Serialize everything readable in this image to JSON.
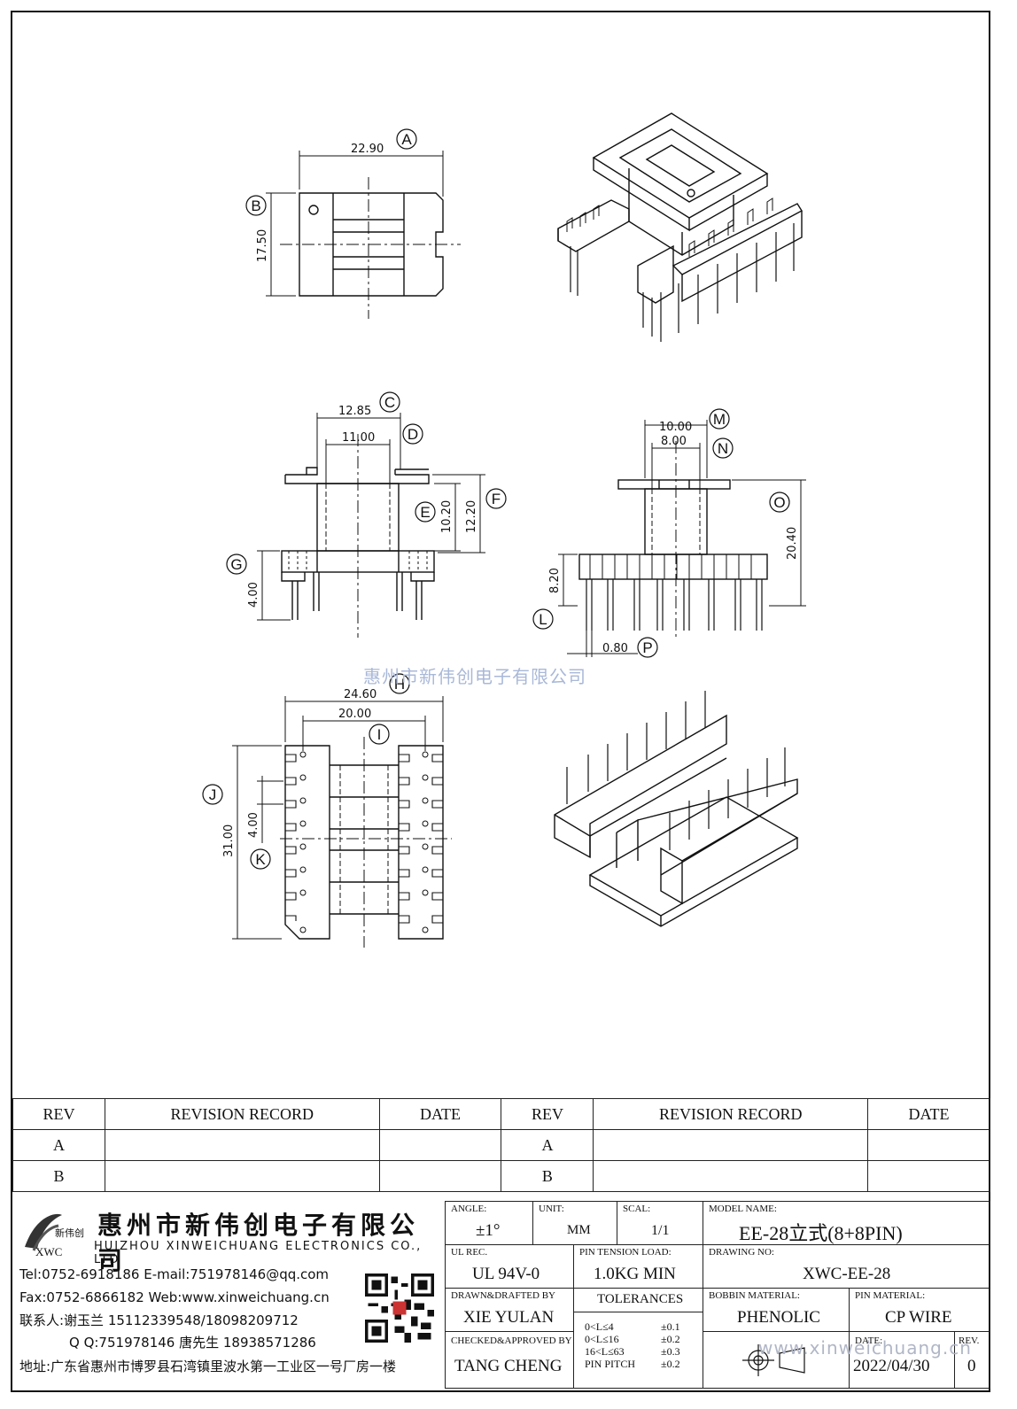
{
  "dimensions": {
    "d_2290": "22.90",
    "d_1750": "17.50",
    "d_1285": "12.85",
    "d_1100": "11.00",
    "d_1020": "10.20",
    "d_1220": "12.20",
    "d_400a": "4.00",
    "d_1000": "10.00",
    "d_800": "8.00",
    "d_2040": "20.40",
    "d_820": "8.20",
    "d_080": "0.80",
    "d_2460": "24.60",
    "d_2000": "20.00",
    "d_3100": "31.00",
    "d_400b": "4.00"
  },
  "labels": {
    "A": "A",
    "B": "B",
    "C": "C",
    "D": "D",
    "E": "E",
    "F": "F",
    "G": "G",
    "H": "H",
    "I": "I",
    "J": "J",
    "K": "K",
    "L": "L",
    "M": "M",
    "N": "N",
    "O": "O",
    "P": "P"
  },
  "watermark": "惠州市新伟创电子有限公司",
  "revision_table": {
    "headers": [
      "REV",
      "REVISION RECORD",
      "DATE",
      "REV",
      "REVISION RECORD",
      "DATE"
    ],
    "rows": [
      [
        "A",
        "",
        "",
        "A",
        "",
        ""
      ],
      [
        "B",
        "",
        "",
        "B",
        "",
        ""
      ]
    ]
  },
  "company": {
    "logo_text": "新伟创",
    "logo_sub": "XWC",
    "name_cn": "惠州市新伟创电子有限公司",
    "name_en": "HUIZHOU XINWEICHUANG ELECTRONICS CO., LTD",
    "tel": "Tel:0752-6918186 E-mail:751978146@qq.com",
    "fax": "Fax:0752-6866182 Web:www.xinweichuang.cn",
    "contact": "联系人:谢玉兰 15112339548/18098209712",
    "qq": "Q Q:751978146    唐先生 18938571286",
    "address": "地址:广东省惠州市博罗县石湾镇里波水第一工业区一号厂房一楼"
  },
  "title_block": {
    "angle_label": "ANGLE:",
    "angle_value": "±1°",
    "unit_label": "UNIT:",
    "unit_value": "MM",
    "scale_label": "SCAL:",
    "scale_value": "1/1",
    "model_label": "MODEL NAME:",
    "model_value": "EE-28立式(8+8PIN)",
    "ul_label": "UL REC.",
    "ul_value": "UL 94V-0",
    "tension_label": "PIN TENSION LOAD:",
    "tension_value": "1.0KG MIN",
    "drawing_no_label": "DRAWING NO:",
    "drawing_no_value": "XWC-EE-28",
    "drawn_label": "DRAWN&DRAFTED BY",
    "drawn_value": "XIE YULAN",
    "tolerances_label": "TOLERANCES",
    "tol_1": "0<L≤4",
    "tol_1v": "±0.1",
    "tol_2": "0<L≤16",
    "tol_2v": "±0.2",
    "tol_3": "16<L≤63",
    "tol_3v": "±0.3",
    "tol_4": "PIN PITCH",
    "tol_4v": "±0.2",
    "bobbin_label": "BOBBIN MATERIAL:",
    "bobbin_value": "PHENOLIC",
    "pin_label": "PIN MATERIAL:",
    "pin_value": "CP WIRE",
    "checked_label": "CHECKED&APPROVED BY",
    "checked_value": "TANG CHENG",
    "date_label": "DATE:",
    "date_value": "2022/04/30",
    "rev_label": "REV.",
    "rev_value": "0",
    "footer_watermark": "www.xinweichuang.cn"
  }
}
